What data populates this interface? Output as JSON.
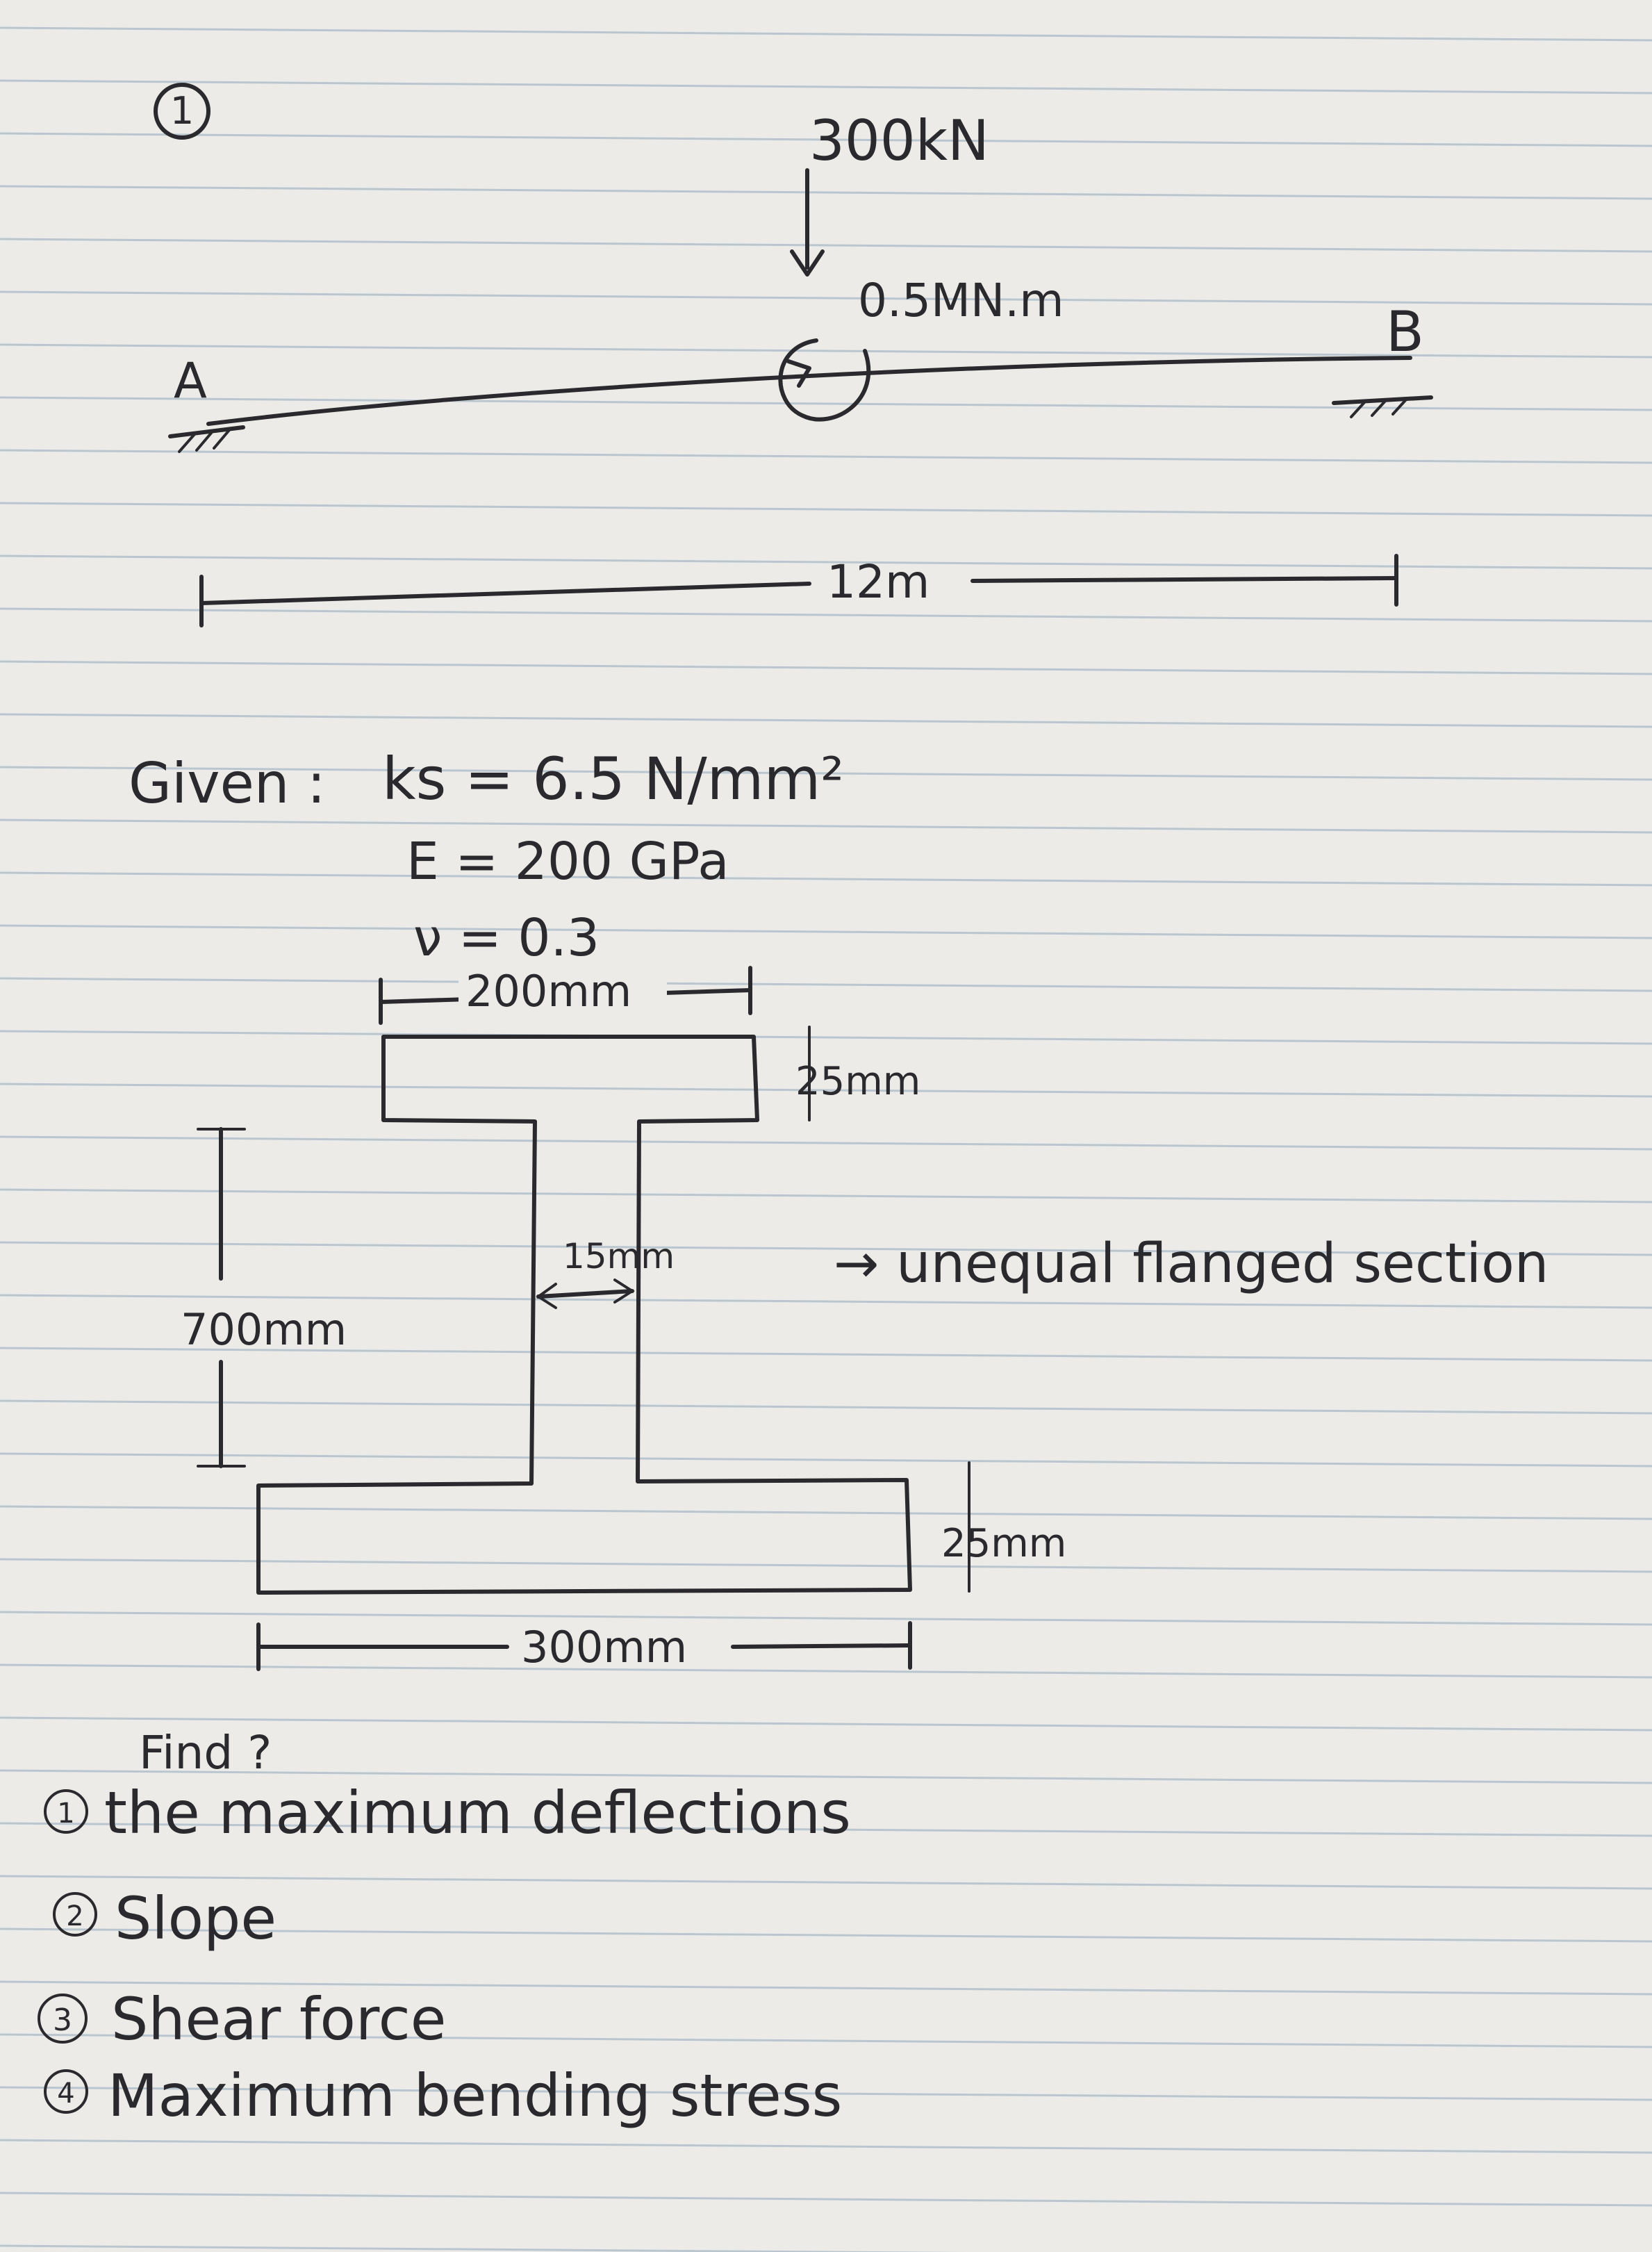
{
  "problem_number": "1",
  "beam": {
    "load": "300kN",
    "moment": "0.5MN.m",
    "support_left": "A",
    "support_right": "B",
    "span": "12m"
  },
  "given": {
    "heading": "Given :",
    "ks": "ks = 6.5 N/mm²",
    "E": "E = 200 GPa",
    "nu": "ν = 0.3"
  },
  "section": {
    "top_flange_width": "200mm",
    "top_flange_thickness": "25mm",
    "web_thickness": "15mm",
    "overall_depth": "700mm",
    "bottom_flange_thickness": "25mm",
    "bottom_flange_width": "300mm",
    "note": "→ unequal flanged section"
  },
  "find": {
    "heading": "Find ?",
    "items": [
      {
        "num": "1",
        "text": "the maximum deflections"
      },
      {
        "num": "2",
        "text": "Slope"
      },
      {
        "num": "3",
        "text": "Shear force"
      },
      {
        "num": "4",
        "text": "Maximum bending stress"
      }
    ]
  },
  "colors": {
    "paper": "#ecebe7",
    "ruling": "#b9c6d0",
    "ink": "#2a2a2e"
  }
}
